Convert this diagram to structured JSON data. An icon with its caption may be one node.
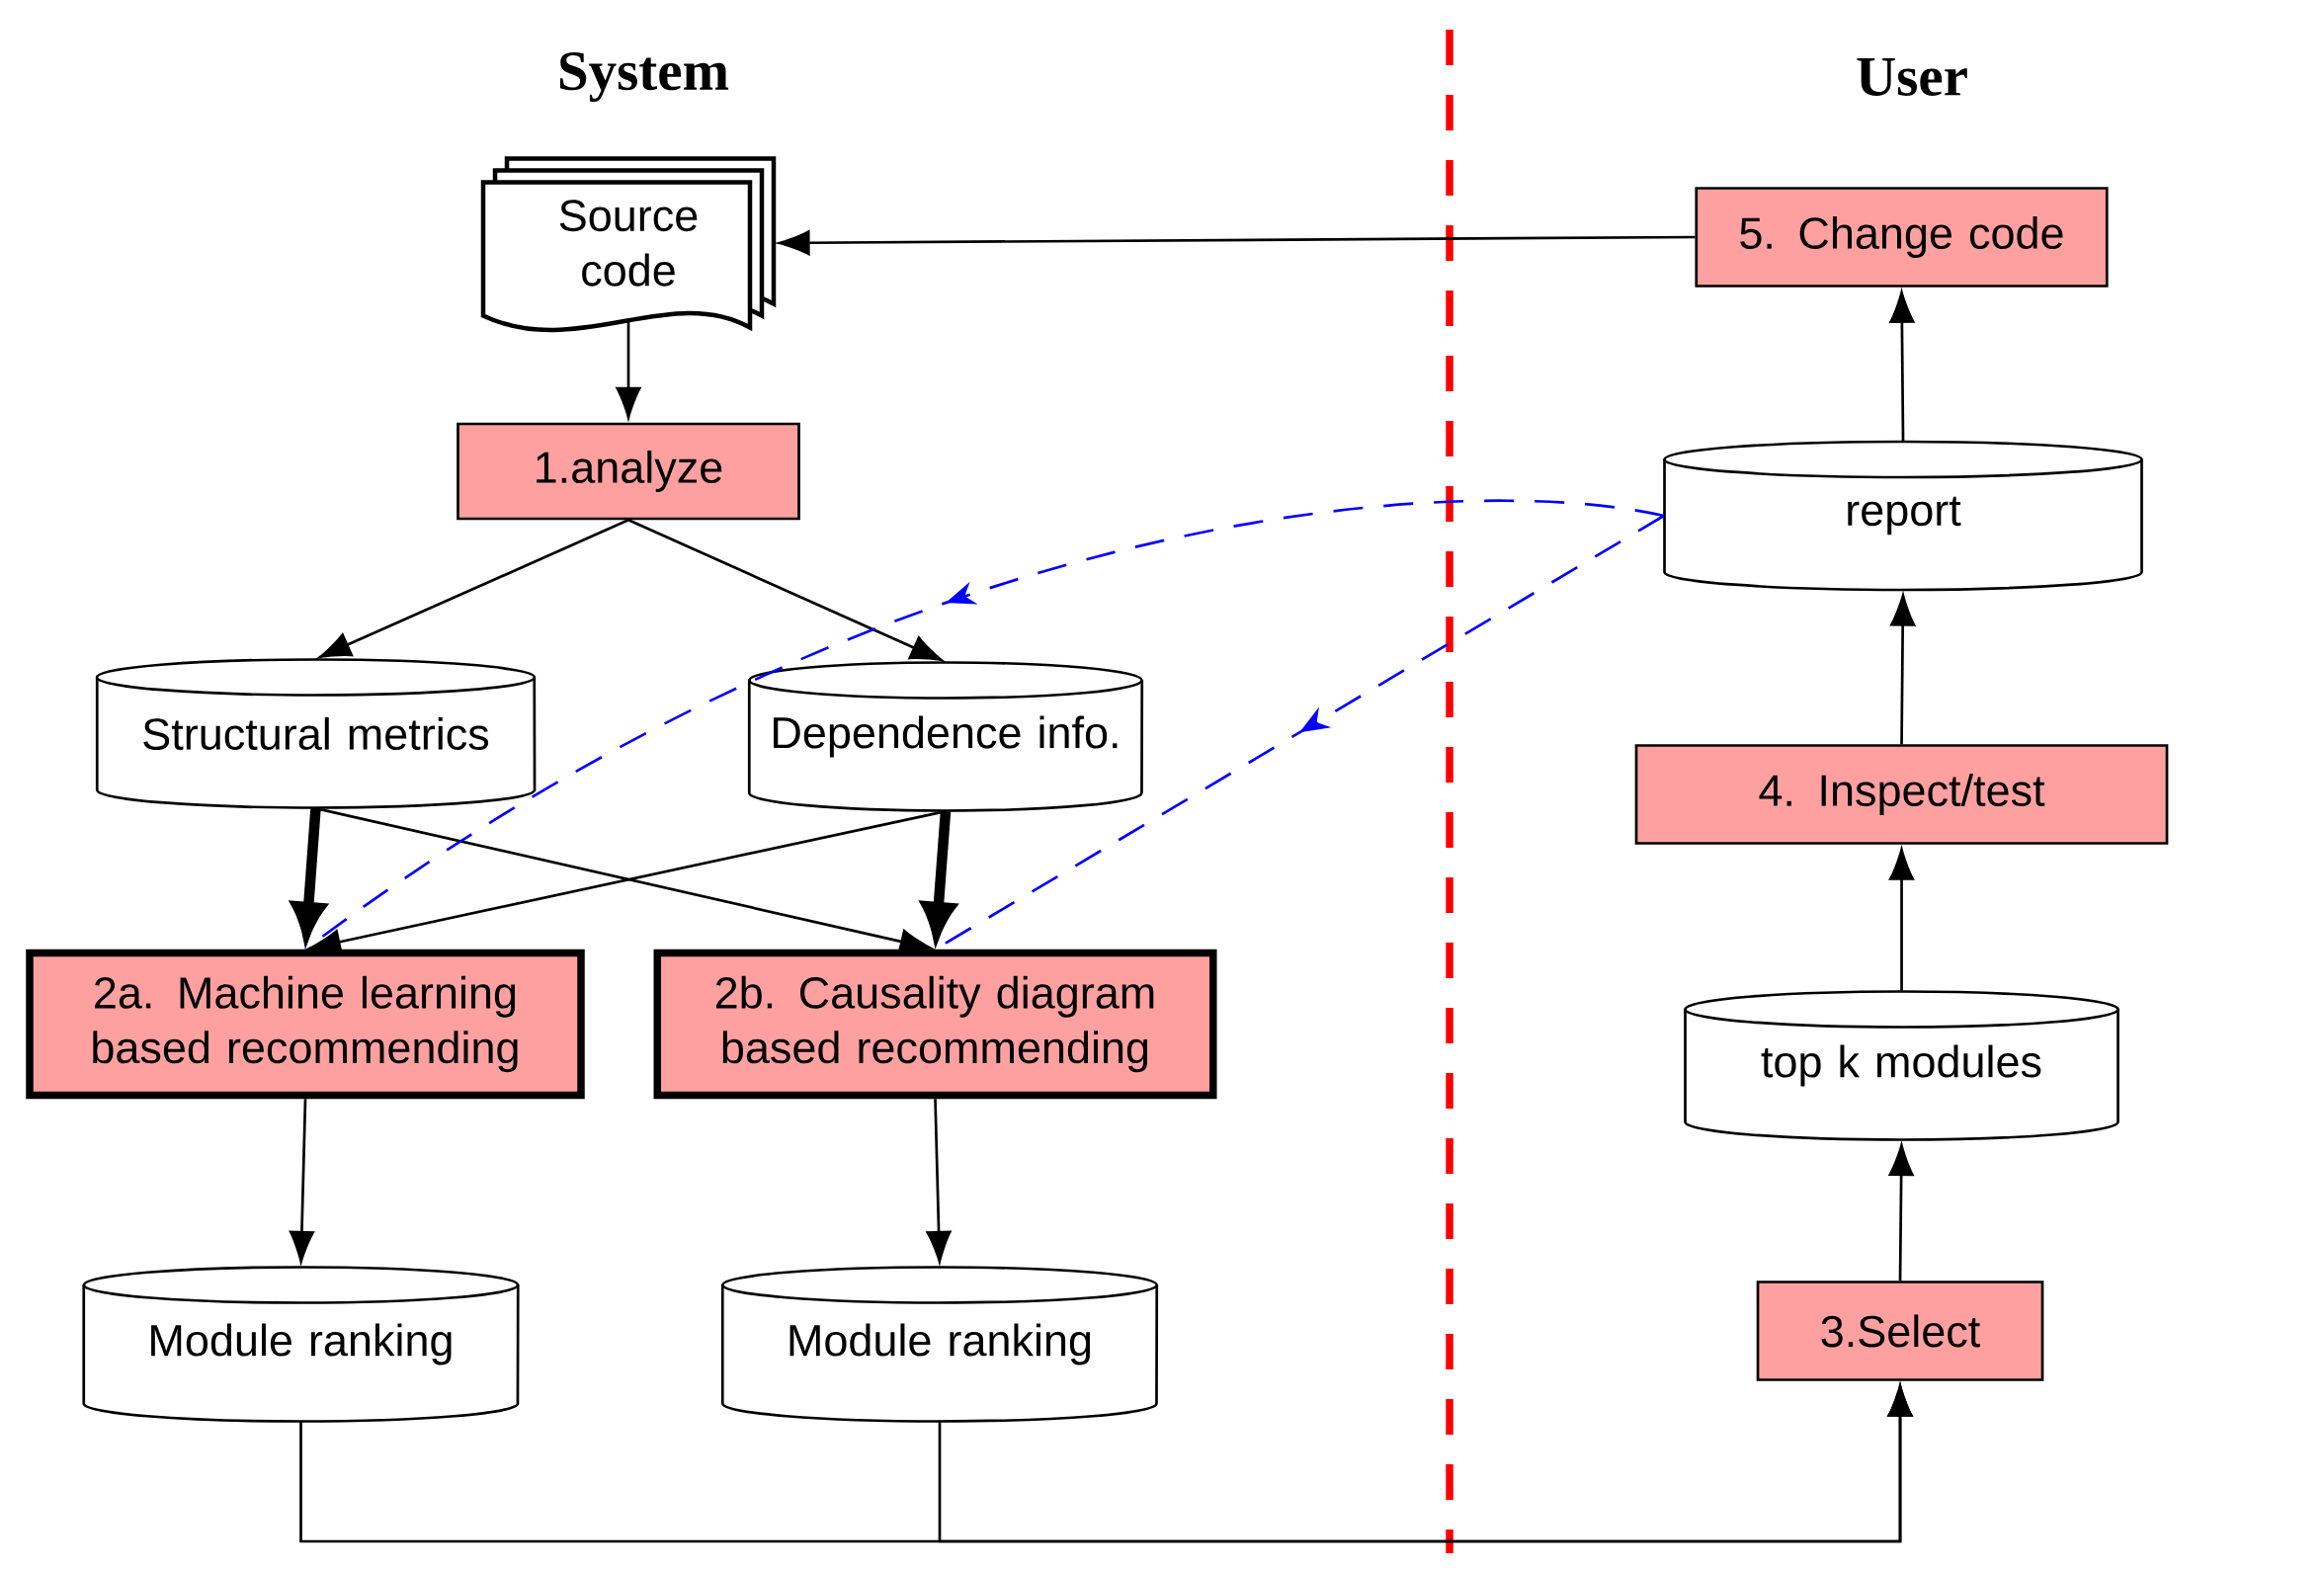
{
  "diagram": {
    "nodes": [
      {
        "text": [
          "Source code"
        ]
      },
      {
        "text": [
          "1.analyze"
        ]
      },
      {
        "text": [
          "Structural metrics"
        ]
      },
      {
        "text": [
          "Dependence info."
        ]
      },
      {
        "text": [
          "2a. Machine learning based recommending"
        ]
      },
      {
        "text": [
          "2b. Causality diagram based recommending"
        ]
      },
      {
        "text": [
          "Module ranking"
        ]
      },
      {
        "text": [
          "Module ranking"
        ]
      },
      {
        "text": [
          "3.Select"
        ]
      },
      {
        "text": [
          "top k modules"
        ]
      },
      {
        "text": [
          "4. Inspect/test"
        ]
      },
      {
        "text": [
          "report"
        ]
      },
      {
        "text": [
          "5. Change code"
        ]
      }
    ],
    "edges": [
      {
        "from": 12,
        "to": 0,
        "arrow": "to"
      },
      {
        "from": 0,
        "to": 1,
        "arrow": "to"
      },
      {
        "from": 1,
        "to": 2,
        "arrow": "to"
      },
      {
        "from": 1,
        "to": 3,
        "arrow": "to"
      },
      {
        "from": 2,
        "to": 4,
        "arrow": "to",
        "style": "thick"
      },
      {
        "from": 2,
        "to": 5,
        "arrow": "to"
      },
      {
        "from": 3,
        "to": 4,
        "arrow": "to"
      },
      {
        "from": 3,
        "to": 5,
        "arrow": "to",
        "style": "thick"
      },
      {
        "from": 4,
        "to": 6,
        "arrow": "to"
      },
      {
        "from": 5,
        "to": 7,
        "arrow": "to"
      },
      {
        "from": 6,
        "to": 8,
        "arrow": "to"
      },
      {
        "from": 7,
        "to": 8,
        "arrow": "to"
      },
      {
        "from": 8,
        "to": 9,
        "arrow": "to"
      },
      {
        "from": 9,
        "to": 10,
        "arrow": "to"
      },
      {
        "from": 10,
        "to": 11,
        "arrow": "to"
      },
      {
        "from": 11,
        "to": 12,
        "arrow": "to"
      },
      {
        "from": 11,
        "to": 4,
        "arrow": "to",
        "style": "dashed",
        "color": "#0000ff"
      },
      {
        "from": 11,
        "to": 5,
        "arrow": "to",
        "style": "dashed",
        "color": "#0000ff"
      }
    ],
    "labels": [
      "System",
      "User"
    ]
  }
}
